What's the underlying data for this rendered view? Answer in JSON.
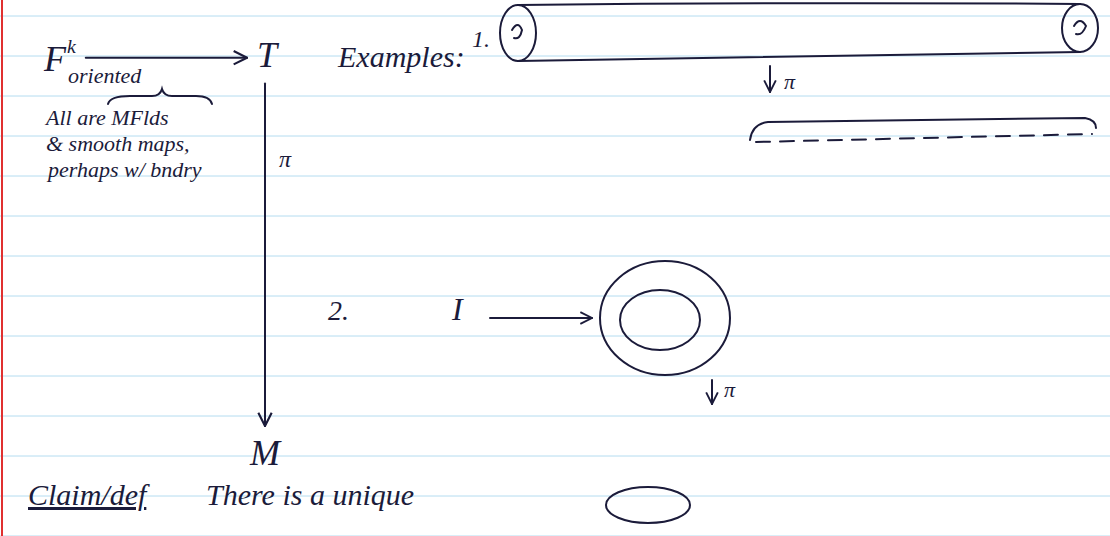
{
  "diagram": {
    "nodes": [
      {
        "text": [
          "F",
          "k"
        ]
      },
      {
        "text": [
          "T"
        ]
      },
      {
        "text": [
          "M"
        ]
      }
    ],
    "edges": [
      {
        "from": 0,
        "to": 1,
        "arrow": "to"
      },
      {
        "from": 1,
        "to": 2,
        "label": "π",
        "arrow": "to"
      }
    ],
    "labels": [
      "oriented",
      "All are MFlds",
      "& smooth maps,",
      "perhaps w/ bndry",
      "Examples:",
      "1.",
      "π",
      "2.",
      "I",
      "π",
      "Claim/def",
      "There is a unique"
    ]
  }
}
